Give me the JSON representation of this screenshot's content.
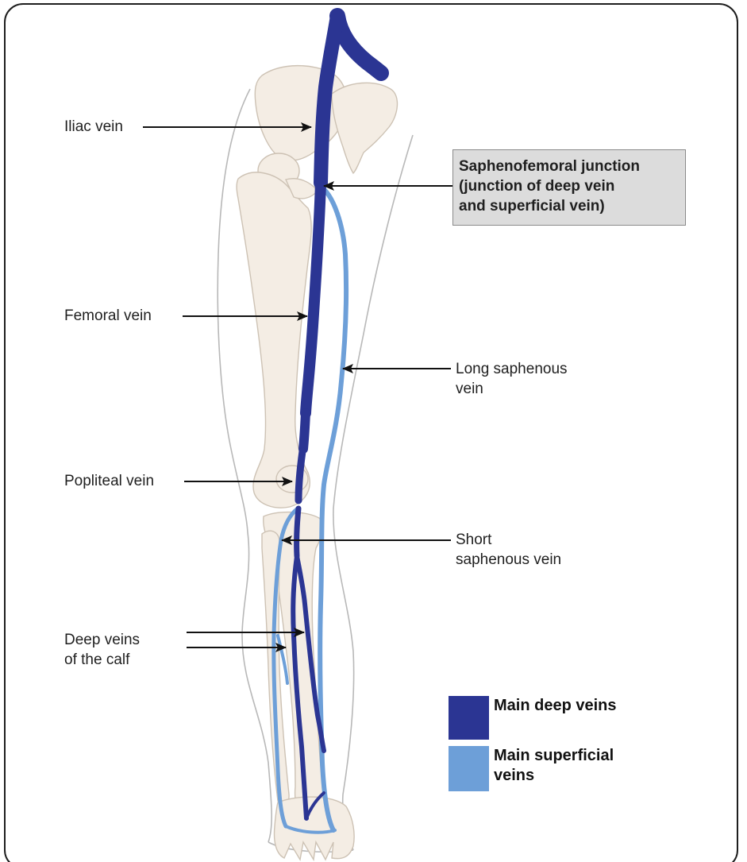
{
  "labels": {
    "iliac": "Iliac vein",
    "femoral": "Femoral vein",
    "popliteal": "Popliteal vein",
    "deep_calf": [
      "Deep veins",
      "of the calf"
    ],
    "long_saphenous": [
      "Long saphenous",
      "vein"
    ],
    "short_saphenous": [
      "Short",
      "saphenous vein"
    ],
    "junction": [
      "Saphenofemoral junction",
      "(junction of deep vein",
      "and superficial vein)"
    ]
  },
  "legend": [
    {
      "lines": [
        "Main deep veins"
      ],
      "color": "#2b3593"
    },
    {
      "lines": [
        "Main superficial",
        "veins"
      ],
      "color": "#6d9fd8"
    }
  ],
  "colors": {
    "deep_vein": "#2b3593",
    "superficial_vein": "#6d9fd8",
    "bone_fill": "#f4ede4",
    "bone_outline": "#cdc2b4",
    "skin_outline": "#b8b8b8",
    "junction_box": "#dcdcdc",
    "frame": "#1e1e1e"
  }
}
